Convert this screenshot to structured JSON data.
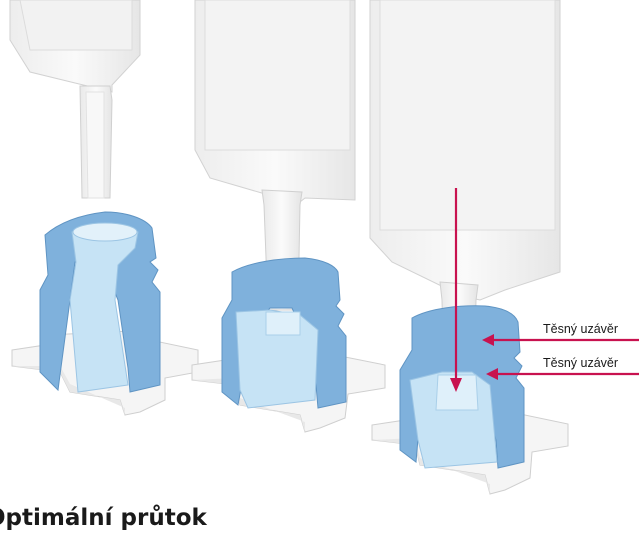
{
  "labels": {
    "seal_upper": "Těsný uzávěr",
    "seal_lower": "Těsný uzávěr"
  },
  "heading": "Optimální průtok",
  "colors": {
    "arrow": "#c8124f",
    "seal_blue": "#7fb1dc",
    "insert_blue": "#c6e3f5",
    "body_white": "#f5f5f5",
    "outline": "#d0d0d0"
  }
}
